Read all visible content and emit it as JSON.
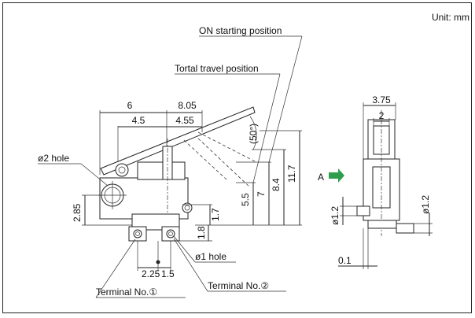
{
  "unit_label": "Unit: mm",
  "labels": {
    "on_start": "ON starting position",
    "total_travel": "Tortal travel position",
    "hole2": "ø2 hole",
    "hole1": "ø1 hole",
    "term1": "Terminal No.①",
    "term2": "Terminal No.②",
    "view_a": "A"
  },
  "dims": {
    "d6": "6",
    "d805": "8.05",
    "d45": "4.5",
    "d455": "4.55",
    "angle": "(50°)",
    "d285": "2.85",
    "d17": "1.7",
    "d18": "1.8",
    "d55": "5.5",
    "d7": "7",
    "d84": "8.4",
    "d117": "11.7",
    "d225": "2.25",
    "d15": "1.5",
    "d375": "3.75",
    "d2": "2",
    "d12_left": "ø1.2",
    "d12_right": "ø1.2",
    "d01": "0.1"
  },
  "colors": {
    "arrow": "#2e9e4e",
    "line": "#222222"
  }
}
